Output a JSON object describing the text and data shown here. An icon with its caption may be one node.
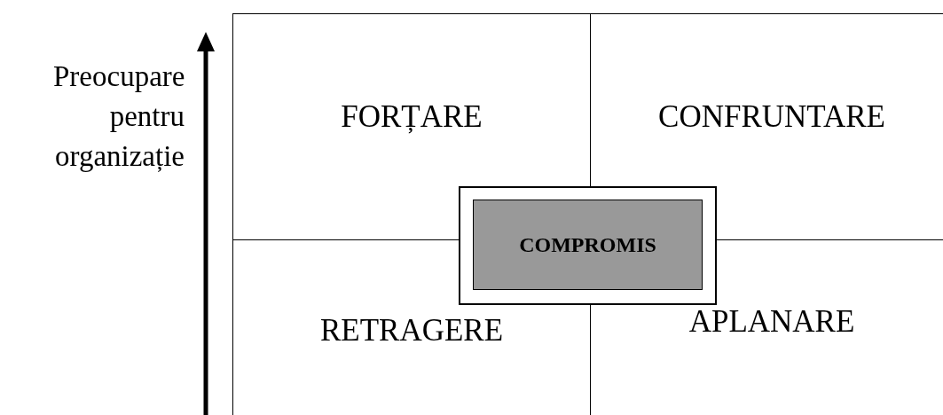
{
  "diagram": {
    "nodes": [
      {
        "text": [
          "FORȚARE"
        ]
      },
      {
        "text": [
          "CONFRUNTARE"
        ]
      },
      {
        "text": [
          "RETRAGERE"
        ]
      },
      {
        "text": [
          "APLANARE"
        ]
      },
      {
        "text": [
          "COMPROMIS"
        ]
      }
    ],
    "edges": [],
    "labels": [
      "Preocupare pentru organizație"
    ]
  }
}
